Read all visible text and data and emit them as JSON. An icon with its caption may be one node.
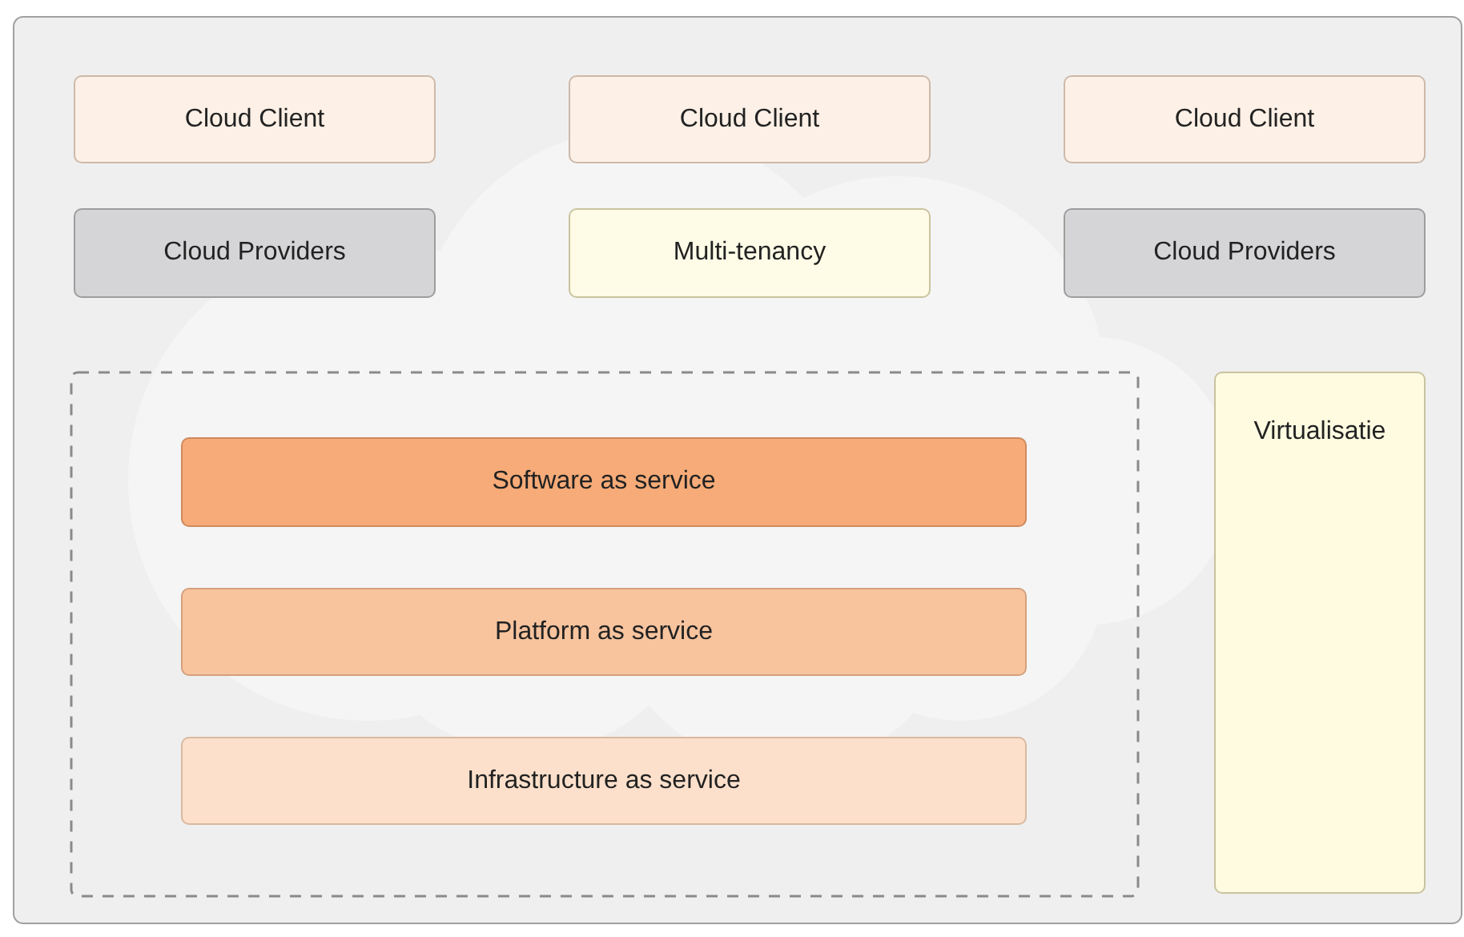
{
  "diagram": {
    "nodes": [
      {
        "text": [
          "Cloud Client"
        ]
      },
      {
        "text": [
          "Cloud Client"
        ]
      },
      {
        "text": [
          "Cloud Client"
        ]
      },
      {
        "text": [
          "Cloud Providers"
        ]
      },
      {
        "text": [
          "Multi-tenancy"
        ]
      },
      {
        "text": [
          "Cloud Providers"
        ]
      },
      {
        "text": [
          "Software as service"
        ]
      },
      {
        "text": [
          "Platform as service"
        ]
      },
      {
        "text": [
          "Infrastructure as service"
        ]
      },
      {
        "text": [
          "Virtualisatie"
        ]
      }
    ],
    "edges": []
  }
}
